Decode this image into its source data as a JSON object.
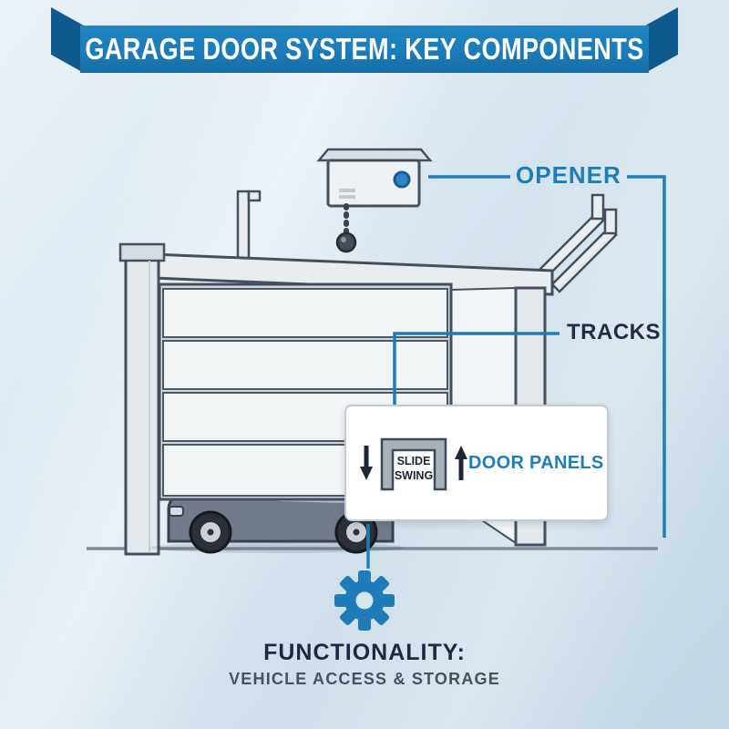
{
  "banner": {
    "title": "GARAGE DOOR SYSTEM: KEY COMPONENTS"
  },
  "callouts": {
    "opener": "OPENER",
    "tracks": "TRACKS",
    "door_panels": "DOOR PANELS",
    "panel_motion": {
      "slide": "SLIDE",
      "swing": "SWING"
    }
  },
  "footer": {
    "heading": "FUNCTIONALITY:",
    "subheading": "VEHICLE ACCESS & STORAGE"
  },
  "icons": {
    "gear": "gear-icon",
    "down_arrow": "down-arrow-icon",
    "up_arrow": "up-arrow-icon",
    "opener_button": "blue-round-button"
  },
  "colors": {
    "accent_blue": "#1e7db8",
    "banner_blue": "#1b7cb9",
    "banner_fold": "#0e5a8e",
    "dark_navy": "#212d42",
    "line_grey": "#45505e",
    "background": "#d8e6ef"
  }
}
